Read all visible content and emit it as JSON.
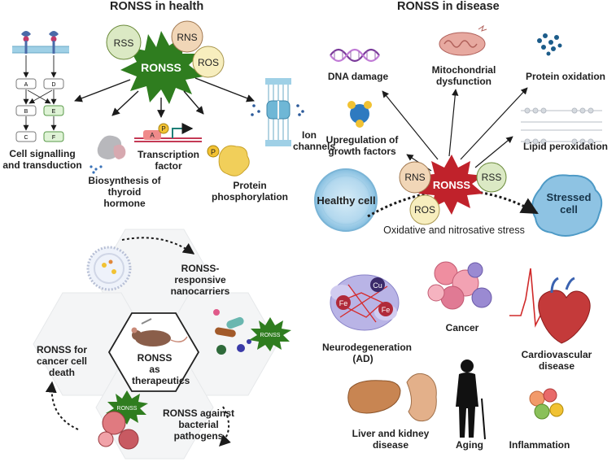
{
  "health": {
    "title": "RONSS in health",
    "center_label": "RONSS",
    "species": [
      "RSS",
      "RNS",
      "ROS"
    ],
    "targets": [
      "Cell signalling and transduction",
      "Biosynthesis of thyroid hormone",
      "Transcription factor",
      "Protein phosphorylation",
      "Ion channels"
    ],
    "pathway_nodes": [
      "A",
      "D",
      "B",
      "E",
      "C",
      "F"
    ],
    "tf_badges": [
      "A",
      "P"
    ],
    "phospho_badge": "P"
  },
  "disease": {
    "title": "RONSS in disease",
    "center_label": "RONSS",
    "species": [
      "RNS",
      "RSS",
      "ROS"
    ],
    "effects": [
      "DNA damage",
      "Mitochondrial dysfunction",
      "Protein oxidation",
      "Upregulation of growth factors",
      "Lipid peroxidation"
    ],
    "healthy_cell": "Healthy cell",
    "stressed_cell": "Stressed cell",
    "stress_caption": "Oxidative and nitrosative stress",
    "diseases": [
      "Neurodegeneration (AD)",
      "Cancer",
      "Cardiovascular disease",
      "Liver and kidney disease",
      "Aging",
      "Inflammation"
    ],
    "metal_labels": [
      "Cu",
      "Fe",
      "Fe"
    ]
  },
  "therapeutics": {
    "center": "RONSS as therapeutics",
    "items": [
      "RONSS-responsive nanocarriers",
      "RONSS for cancer cell death",
      "RONSS against bacterial pathogens"
    ],
    "burst_labels": [
      "RONSS",
      "RONSS"
    ]
  },
  "colors": {
    "burst": "#2f7d1f",
    "burst_light": "#4caa2c",
    "burst_red": "#c0222b",
    "rss": "#dbe9c4",
    "rns": "#f1d6b7",
    "ros": "#f7eebe",
    "healthy_cell": "#b9dcef",
    "stressed_cell": "#8ec3e3"
  }
}
